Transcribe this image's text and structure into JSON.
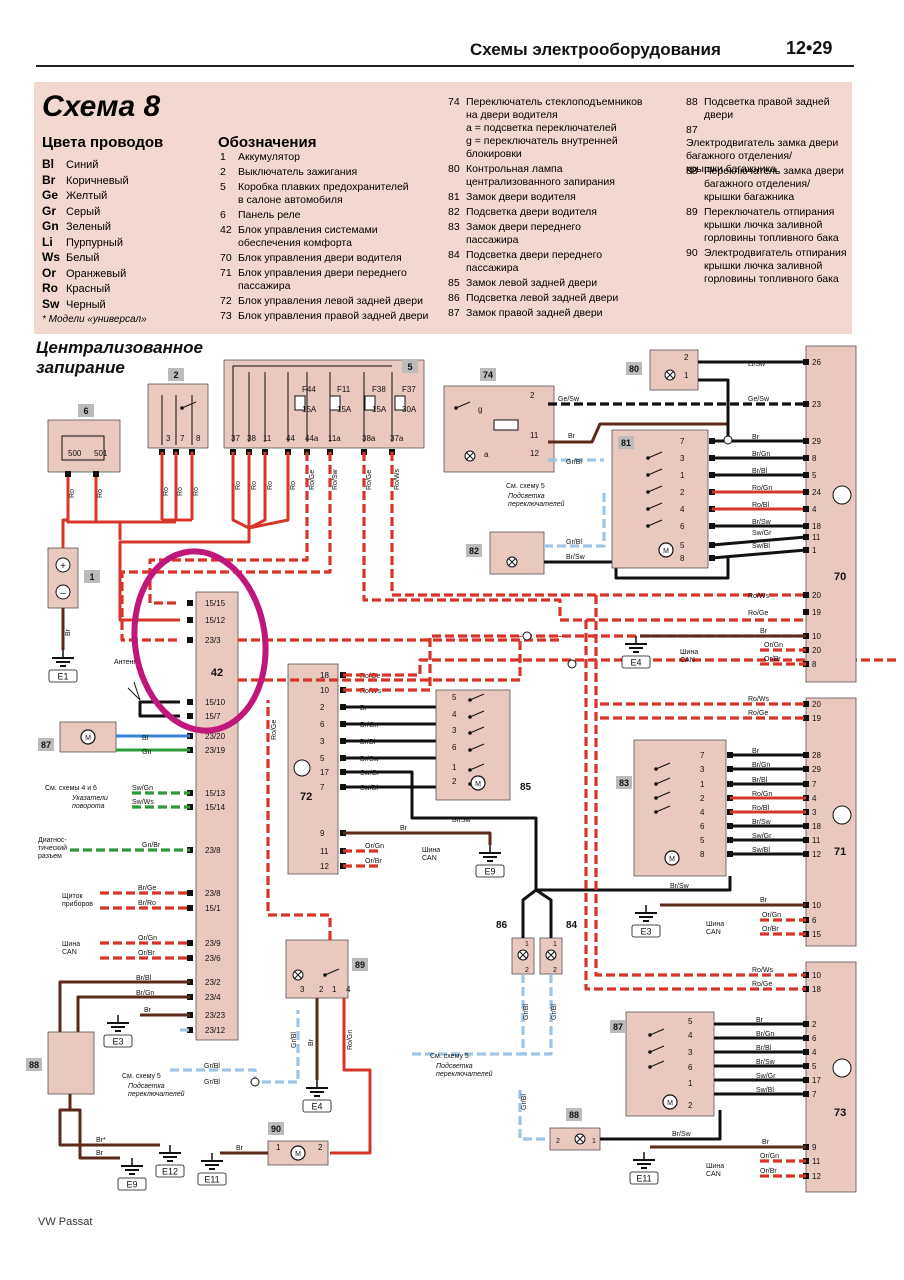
{
  "header": {
    "title": "Схемы электрооборудования",
    "page": "12•29"
  },
  "scheme_title": "Схема 8",
  "colors_heading": "Цвета проводов",
  "colors": [
    {
      "code": "Bl",
      "name": "Синий"
    },
    {
      "code": "Br",
      "name": "Коричневый"
    },
    {
      "code": "Ge",
      "name": "Желтый"
    },
    {
      "code": "Gr",
      "name": "Серый"
    },
    {
      "code": "Gn",
      "name": "Зеленый"
    },
    {
      "code": "Li",
      "name": "Пурпурный"
    },
    {
      "code": "Ws",
      "name": "Белый"
    },
    {
      "code": "Or",
      "name": "Оранжевый"
    },
    {
      "code": "Ro",
      "name": "Красный"
    },
    {
      "code": "Sw",
      "name": "Черный"
    }
  ],
  "colors_note": "* Модели «универсал»",
  "designations_heading": "Обозначения",
  "designations_col1": [
    {
      "n": "1",
      "t": "Аккумулятор"
    },
    {
      "n": "2",
      "t": "Выключатель зажигания"
    },
    {
      "n": "5",
      "t": "Коробка плавких предохранителей\nв салоне автомобиля"
    },
    {
      "n": "6",
      "t": "Панель реле"
    },
    {
      "n": "42",
      "t": "Блок управления системами\nобеспечения комфорта"
    },
    {
      "n": "70",
      "t": "Блок управления двери водителя"
    },
    {
      "n": "71",
      "t": "Блок управления двери переднего\nпассажира"
    },
    {
      "n": "72",
      "t": "Блок управления левой задней двери"
    },
    {
      "n": "73",
      "t": "Блок управления правой задней двери"
    }
  ],
  "designations_col2": [
    {
      "n": "74",
      "t": "Переключатель стеклоподъемников\nна двери водителя\n  a = подсветка переключателей\n  g = переключатель внутренней\n  блокировки"
    },
    {
      "n": "80",
      "t": "Контрольная лампа\nцентрализованного запирания"
    },
    {
      "n": "81",
      "t": "Замок двери водителя"
    },
    {
      "n": "82",
      "t": "Подсветка двери водителя"
    },
    {
      "n": "83",
      "t": "Замок двери переднего\nпассажира"
    },
    {
      "n": "84",
      "t": "Подсветка двери переднего\nпассажира"
    },
    {
      "n": "85",
      "t": "Замок левой задней двери"
    },
    {
      "n": "86",
      "t": "Подсветка левой задней двери"
    },
    {
      "n": "87",
      "t": "Замок правой задней двери"
    }
  ],
  "designations_col3": [
    {
      "n": "88",
      "t": "Подсветка правой задней\nдвери"
    },
    {
      "n": "87",
      "t": "Электродвигатель замка двери\nбагажного отделения/\nкрышки багажника"
    },
    {
      "n": "88",
      "t": "Переключатель замка двери\nбагажного отделения/\nкрышки багажника"
    },
    {
      "n": "89",
      "t": "Переключатель отпирания\nкрышки лючка заливной\nгорловины топливного бака"
    },
    {
      "n": "90",
      "t": "Электродвигатель отпирания\nкрышки лючка заливной\nгорловины топливного бака"
    }
  ],
  "section_title": "Централизованное\nзапирание",
  "footer": "VW Passat",
  "diagram": {
    "colors": {
      "red": "#d8352a",
      "brown": "#5a2a1a",
      "black": "#111111",
      "blue": "#3a7fd0",
      "green": "#2a9a3a",
      "lightblue": "#9ec5e8",
      "box": "#e8c8bf",
      "annotation": "#c0177a"
    },
    "components": {
      "c1": "1",
      "c2": "2",
      "c5": "5",
      "c6": "6",
      "c42": "42",
      "c70": "70",
      "c71": "71",
      "c72": "72",
      "c73": "73",
      "c74": "74",
      "c80": "80",
      "c81": "81",
      "c82": "82",
      "c83": "83",
      "c84": "84",
      "c85": "85",
      "c86": "86",
      "c87a": "87",
      "c87b": "87",
      "c88a": "88",
      "c88b": "88",
      "c89": "89",
      "c90": "90"
    },
    "grounds": {
      "e1": "E1",
      "e3a": "E3",
      "e3b": "E3",
      "e4a": "E4",
      "e4b": "E4",
      "e9a": "E9",
      "e9b": "E9",
      "e11a": "E11",
      "e11b": "E11",
      "e12": "E12"
    },
    "relay_pins": {
      "p500": "500",
      "p501": "501"
    },
    "fuses": [
      {
        "n": "F44",
        "a": "15A"
      },
      {
        "n": "F11",
        "a": "15A"
      },
      {
        "n": "F38",
        "a": "15A"
      },
      {
        "n": "F37",
        "a": "30A"
      }
    ],
    "fuse_pins": [
      "37",
      "38",
      "11",
      "44",
      "44a",
      "11a",
      "38a",
      "37a"
    ],
    "ign_pins": [
      "3",
      "7",
      "8"
    ],
    "c42_pins": [
      "15/15",
      "15/12",
      "23/3",
      "15/10",
      "15/7",
      "23/20",
      "23/19",
      "15/13",
      "15/14",
      "23/8",
      "23/8",
      "15/1",
      "23/9",
      "23/6",
      "23/2",
      "23/4",
      "23/23",
      "23/12"
    ],
    "c42_wires": {
      "bl": "Bl",
      "gn": "Gn",
      "sw_gn": "Sw/Gn",
      "sw_ws": "Sw/Ws",
      "gn_br": "Gn/Br",
      "br_ge": "Br/Ge",
      "br_ro": "Br/Ro",
      "or_gn": "Or/Gn",
      "or_br": "Or/Br",
      "br_bl": "Br/Bl",
      "br_gn": "Br/Gn",
      "br": "Br"
    },
    "notes": {
      "antenna": "Антенна",
      "see46": "См. схемы 4 и 6",
      "turn": "Указатели\nповорота",
      "diag": "Диагнос-\nтический\nразъем",
      "cluster": "Щиток\nприборов",
      "can": "Шина\nCAN",
      "see5": "См. схему 5",
      "backlight": "Подсветка\nпереключателей"
    },
    "wires": {
      "ro": "Ro",
      "ro_ge": "Ro/Ge",
      "ro_sw": "Ro/Sw",
      "ro_ws": "Ro/Ws",
      "ro_bl": "Ro/Bl",
      "ro_gn": "Ro/Gn",
      "br": "Br",
      "br_sw": "Br/Sw",
      "br_gn": "Br/Gn",
      "br_bl": "Br/Bl",
      "br_star": "Br*",
      "sw_gr": "Sw/Gr",
      "sw_bl": "Sw/Bl",
      "gr_bl": "Gr/Bl",
      "ge_sw": "Ge/Sw",
      "li_sw": "Li/Sw",
      "or_gn": "Or/Gn",
      "or_br": "Or/Br",
      "bl": "Bl",
      "gn": "Gn"
    },
    "c70_pins": [
      "26",
      "23",
      "29",
      "8",
      "5",
      "24",
      "4",
      "18",
      "11",
      "1",
      "20",
      "19",
      "10",
      "20",
      "8"
    ],
    "c71_pins": [
      "20",
      "19",
      "28",
      "29",
      "7",
      "4",
      "3",
      "18",
      "11",
      "12",
      "10",
      "6",
      "15"
    ],
    "c72_pins": [
      "18",
      "10",
      "2",
      "6",
      "3",
      "5",
      "17",
      "7",
      "9",
      "11",
      "12"
    ],
    "c73_pins": [
      "10",
      "18",
      "2",
      "6",
      "4",
      "5",
      "17",
      "7",
      "9",
      "11",
      "12"
    ],
    "c81_pins": [
      "7",
      "3",
      "1",
      "2",
      "4",
      "6",
      "5",
      "8"
    ],
    "c85_pins": [
      "5",
      "4",
      "3",
      "6",
      "1",
      "2"
    ],
    "c74_pins": [
      "2",
      "11",
      "12"
    ],
    "c80_pins": [
      "2",
      "1"
    ],
    "c89_pins": [
      "1",
      "3",
      "2",
      "4"
    ],
    "c90_pins": [
      "1",
      "2"
    ],
    "c84_86_pins": [
      "1",
      "2"
    ],
    "c88_pins": [
      "2",
      "1"
    ],
    "c74_labels": {
      "g": "g",
      "a": "a"
    }
  }
}
